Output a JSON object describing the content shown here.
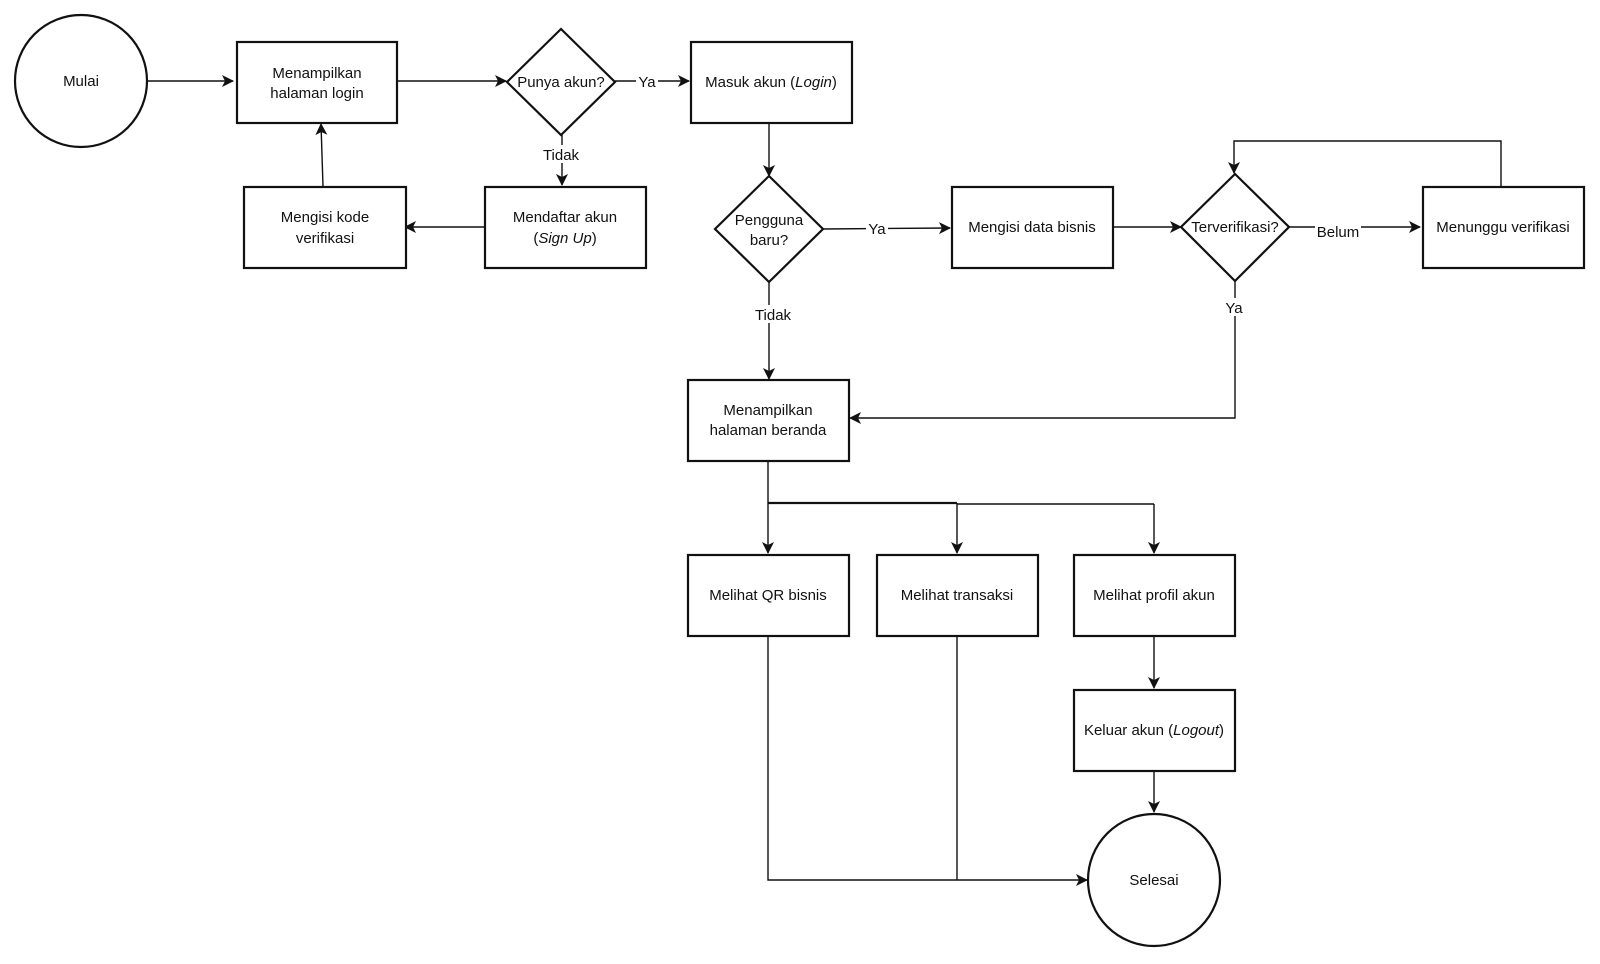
{
  "nodes": {
    "mulai": {
      "text": "Mulai"
    },
    "menampilkan_login": {
      "line1": "Menampilkan",
      "line2": "halaman login"
    },
    "punya_akun": {
      "text": "Punya akun?"
    },
    "masuk_akun": {
      "text": "Masuk akun (",
      "italic": "Login",
      "tail": ")"
    },
    "mengisi_kode": {
      "line1": "Mengisi kode",
      "line2": "verifikasi"
    },
    "mendaftar_akun": {
      "line1": "Mendaftar akun",
      "line2_open": "(",
      "line2_italic": "Sign Up",
      "line2_close": ")"
    },
    "pengguna_baru": {
      "line1": "Pengguna",
      "line2": "baru?"
    },
    "mengisi_data_bisnis": {
      "text": "Mengisi data bisnis"
    },
    "terverifikasi": {
      "text": "Terverifikasi?"
    },
    "menunggu_verifikasi": {
      "text": "Menunggu verifikasi"
    },
    "menampilkan_beranda": {
      "line1": "Menampilkan",
      "line2": "halaman beranda"
    },
    "melihat_qr": {
      "text": "Melihat QR bisnis"
    },
    "melihat_transaksi": {
      "text": "Melihat transaksi"
    },
    "melihat_profil": {
      "text": "Melihat profil akun"
    },
    "keluar_akun": {
      "text": "Keluar akun (",
      "italic": "Logout",
      "tail": ")"
    },
    "selesai": {
      "text": "Selesai"
    }
  },
  "edge_labels": {
    "punya_ya": "Ya",
    "punya_tidak": "Tidak",
    "pengguna_ya": "Ya",
    "pengguna_tidak": "Tidak",
    "terverifikasi_belum": "Belum",
    "terverifikasi_ya": "Ya"
  }
}
